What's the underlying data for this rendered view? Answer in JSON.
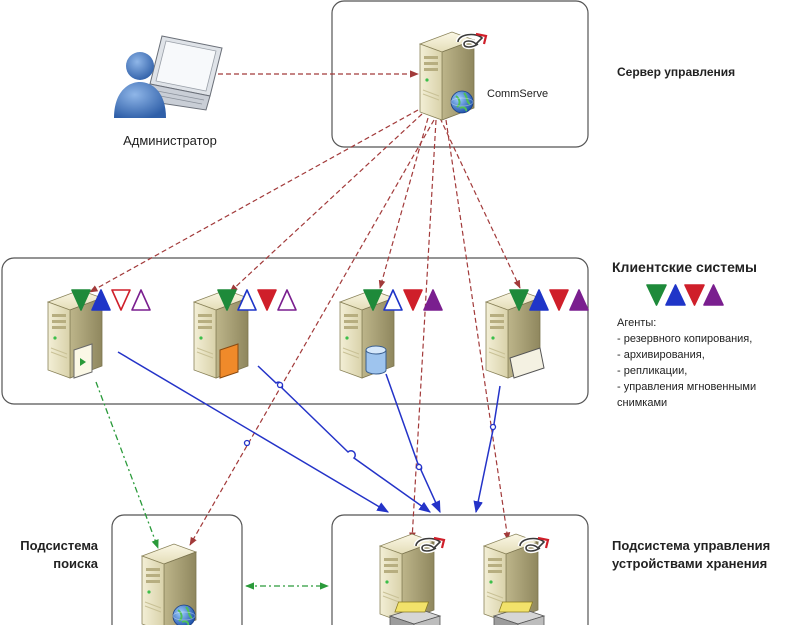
{
  "labels": {
    "admin": "Администратор",
    "commserve": "CommServe",
    "mgmt_server": "Сервер управления",
    "client_systems": "Клиентские системы",
    "agents_title": "Агенты:",
    "agent_backup": "- резервного копирования,",
    "agent_archive": "- архивирования,",
    "agent_replication": "- репликации,",
    "agent_snapshot_1": "- управления мгновенными",
    "agent_snapshot_2": "снимками",
    "search_1": "Подсистема",
    "search_2": "поиска",
    "storage_1": "Подсистема управления",
    "storage_2": "устройствами хранения"
  },
  "colors": {
    "agent_green": "#1e8a3a",
    "agent_blue": "#1f35c8",
    "agent_red": "#cf1f2a",
    "agent_purple": "#7a1f8f",
    "line_red": "#a23a3a",
    "line_blue": "#2433c8",
    "line_green": "#2a9a3a",
    "box_stroke": "#555555"
  },
  "icons": {
    "admin": "user-laptop-icon",
    "server": "server-tower-icon",
    "globe": "globe-icon",
    "clip": "commvault-clip-icon",
    "drive": "disk-drive-icon",
    "document": "document-icon",
    "database": "database-icon",
    "storage": "tape-library-icon"
  },
  "clients": [
    {
      "id": "client-1",
      "agents": [
        "green",
        "blue",
        "red-outline",
        "purple-outline"
      ],
      "device": "document"
    },
    {
      "id": "client-2",
      "agents": [
        "green",
        "blue-outline",
        "red",
        "purple-outline"
      ],
      "device": "orange-drive"
    },
    {
      "id": "client-3",
      "agents": [
        "green",
        "blue-outline",
        "red",
        "purple"
      ],
      "device": "database"
    },
    {
      "id": "client-4",
      "agents": [
        "green",
        "blue",
        "red",
        "purple"
      ],
      "device": "panel"
    }
  ],
  "legend_agents": [
    "green",
    "blue",
    "red",
    "purple"
  ]
}
